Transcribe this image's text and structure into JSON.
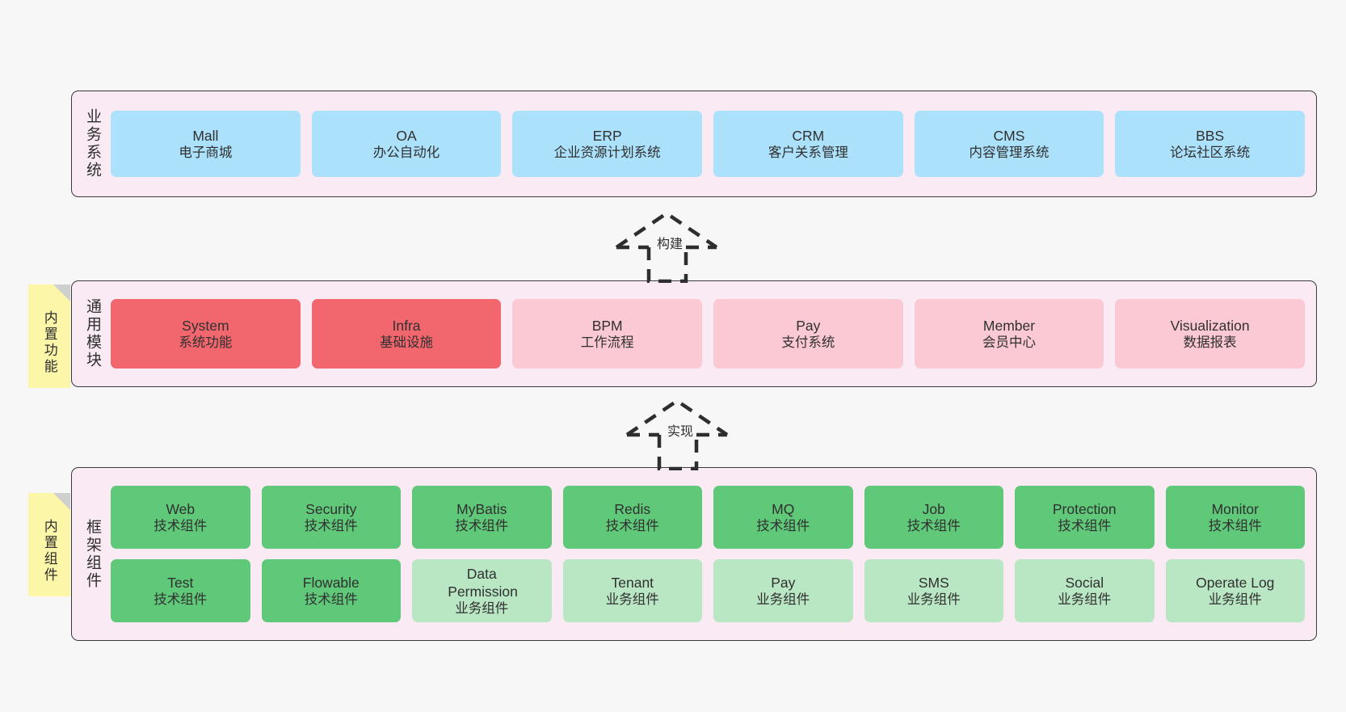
{
  "diagram": {
    "background_color": "#f7f7f7",
    "panel_fill": "#faeaf4",
    "panel_border": "#3a3a3a"
  },
  "layers": [
    {
      "id": "business-systems",
      "title": "业务系统",
      "note": null,
      "rows": [
        {
          "style": "blue",
          "cards": [
            {
              "name": "Mall",
              "desc": "电子商城"
            },
            {
              "name": "OA",
              "desc": "办公自动化"
            },
            {
              "name": "ERP",
              "desc": "企业资源计划系统"
            },
            {
              "name": "CRM",
              "desc": "客户关系管理"
            },
            {
              "name": "CMS",
              "desc": "内容管理系统"
            },
            {
              "name": "BBS",
              "desc": "论坛社区系统"
            }
          ]
        }
      ]
    },
    {
      "id": "common-modules",
      "title": "通用模块",
      "note": "内置功能",
      "rows": [
        {
          "style": "mixed",
          "cards": [
            {
              "name": "System",
              "desc": "系统功能",
              "style": "red"
            },
            {
              "name": "Infra",
              "desc": "基础设施",
              "style": "red"
            },
            {
              "name": "BPM",
              "desc": "工作流程",
              "style": "pink"
            },
            {
              "name": "Pay",
              "desc": "支付系统",
              "style": "pink"
            },
            {
              "name": "Member",
              "desc": "会员中心",
              "style": "pink"
            },
            {
              "name": "Visualization",
              "desc": "数据报表",
              "style": "pink"
            }
          ]
        }
      ]
    },
    {
      "id": "framework-components",
      "title": "框架组件",
      "note": "内置组件",
      "rows": [
        {
          "style": "green",
          "cards": [
            {
              "name": "Web",
              "desc": "技术组件"
            },
            {
              "name": "Security",
              "desc": "技术组件"
            },
            {
              "name": "MyBatis",
              "desc": "技术组件"
            },
            {
              "name": "Redis",
              "desc": "技术组件"
            },
            {
              "name": "MQ",
              "desc": "技术组件"
            },
            {
              "name": "Job",
              "desc": "技术组件"
            },
            {
              "name": "Protection",
              "desc": "技术组件"
            },
            {
              "name": "Monitor",
              "desc": "技术组件"
            }
          ]
        },
        {
          "style": "mixed2",
          "cards": [
            {
              "name": "Test",
              "desc": "技术组件",
              "style": "green"
            },
            {
              "name": "Flowable",
              "desc": "技术组件",
              "style": "green"
            },
            {
              "name": "Data Permission",
              "desc": "业务组件",
              "style": "lightgreen"
            },
            {
              "name": "Tenant",
              "desc": "业务组件",
              "style": "lightgreen"
            },
            {
              "name": "Pay",
              "desc": "业务组件",
              "style": "lightgreen"
            },
            {
              "name": "SMS",
              "desc": "业务组件",
              "style": "lightgreen"
            },
            {
              "name": "Social",
              "desc": "业务组件",
              "style": "lightgreen"
            },
            {
              "name": "Operate Log",
              "desc": "业务组件",
              "style": "lightgreen"
            }
          ]
        }
      ]
    }
  ],
  "arrows": [
    {
      "id": "arrow-build",
      "label": "构建"
    },
    {
      "id": "arrow-implement",
      "label": "实现"
    }
  ],
  "colors": {
    "blue": "#ace1fb",
    "red": "#f2666d",
    "pink": "#fbc9d3",
    "green": "#60c879",
    "light_green": "#b9e6c3",
    "sticky_yellow": "#fcf7a8",
    "panel": "#faeaf4"
  }
}
